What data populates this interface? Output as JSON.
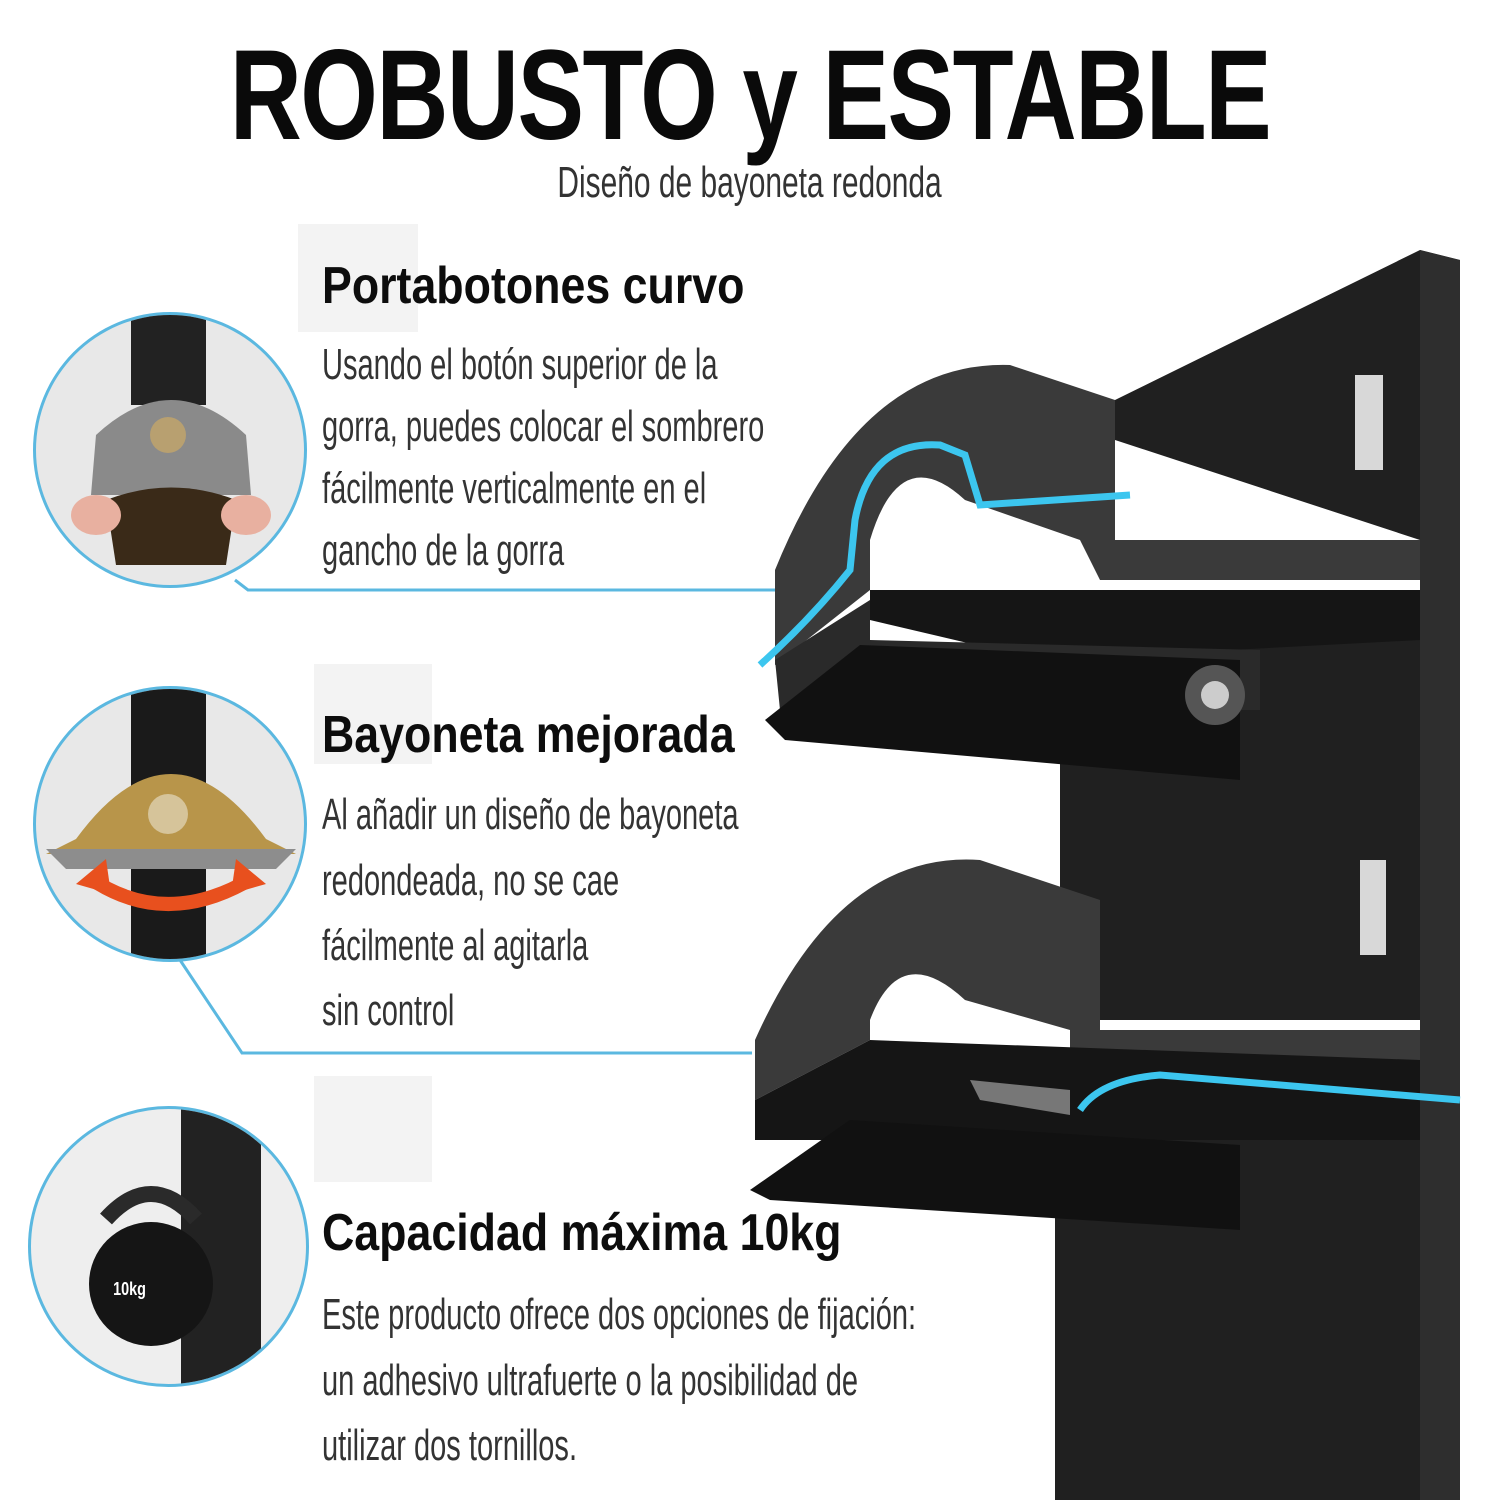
{
  "title": "ROBUSTO y ESTABLE",
  "subtitle": "Diseño de bayoneta redonda",
  "sections": [
    {
      "heading": "Portabotones curvo",
      "lines": [
        "Usando el botón superior de la",
        "gorra, puedes colocar el sombrero",
        "fácilmente verticalmente en el",
        "gancho de la gorra"
      ]
    },
    {
      "heading": "Bayoneta mejorada",
      "lines": [
        "Al añadir un diseño de bayoneta",
        "redondeada, no se cae",
        "fácilmente al agitarla",
        "sin control"
      ]
    },
    {
      "heading": "Capacidad máxima 10kg",
      "lines": [
        "Este producto ofrece dos opciones de fijación:",
        "un adhesivo ultrafuerte o la posibilidad de",
        "utilizar dos tornillos."
      ]
    }
  ],
  "kettlebell_label": "10kg",
  "colors": {
    "accent": "#5bb8e0",
    "rack": "#1c1c1c",
    "arrow": "#e8501e"
  }
}
